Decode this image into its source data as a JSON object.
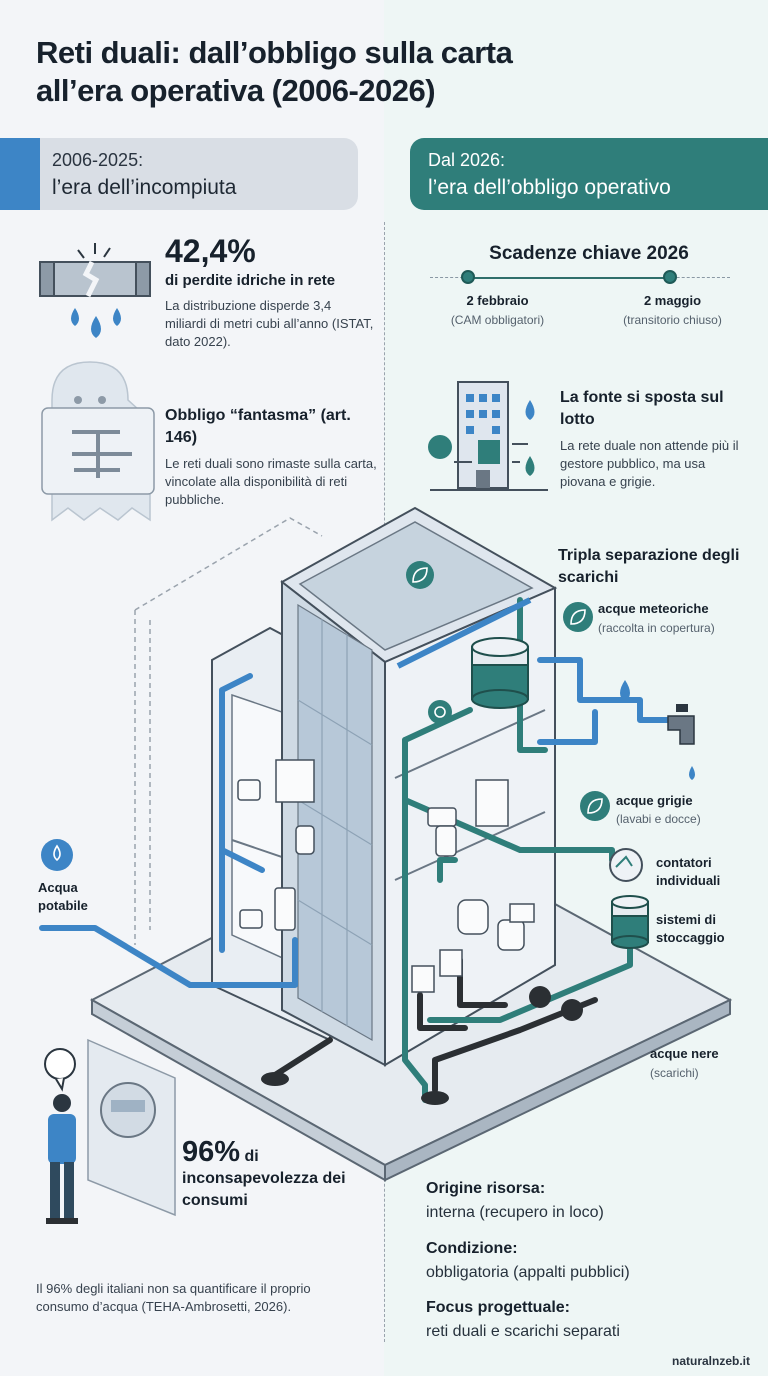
{
  "title": "Reti duali: dall’obbligo sulla carta all’era operativa (2006-2026)",
  "left_era": {
    "period": "2006-2025:",
    "name": "l’era dell’incompiuta"
  },
  "right_era": {
    "period": "Dal 2026:",
    "name": "l’era dell’obbligo operativo"
  },
  "losses": {
    "value": "42,4%",
    "label": "di perdite idriche in rete",
    "description": "La distribuzione disperde 3,4 miliardi di metri cubi all’anno (ISTAT, dato 2022)."
  },
  "ghost": {
    "title": "Obbligo “fantasma” (art. 146)",
    "description": "Le reti duali sono rimaste sulla carta, vincolate alla disponibilità di reti pubbliche."
  },
  "deadlines": {
    "title": "Scadenze chiave 2026",
    "items": [
      {
        "date": "2 febbraio",
        "note": "(CAM obbligatori)"
      },
      {
        "date": "2 maggio",
        "note": "(transitorio chiuso)"
      }
    ]
  },
  "source": {
    "title": "La fonte si sposta sul lotto",
    "description": "La rete duale non attende più il gestore pubblico, ma usa piovana e grigie."
  },
  "separation": {
    "title": "Tripla separazione degli scarichi",
    "meteoric": {
      "label": "acque meteoriche",
      "note": "(raccolta in copertura)"
    },
    "grey": {
      "label": "acque grigie",
      "note": "(lavabi e docce)"
    },
    "meters": "contatori individuali",
    "storage": "sistemi di stoccaggio",
    "black": {
      "label": "acque nere",
      "note": "(scarichi)"
    }
  },
  "potable": "Acqua potabile",
  "awareness": {
    "value": "96%",
    "suffix": "di",
    "label": "inconsapevolezza dei consumi",
    "description": "Il 96% degli italiani non sa quantificare il proprio consumo d’acqua (TEHA-Ambrosetti, 2026)."
  },
  "summary": [
    {
      "label": "Origine risorsa:",
      "value": "interna (recupero in loco)"
    },
    {
      "label": "Condizione:",
      "value": "obbligatoria (appalti pubblici)"
    },
    {
      "label": "Focus progettuale:",
      "value": "reti duali e scarichi separati"
    }
  ],
  "credit": "naturalnzeb.it",
  "colors": {
    "blue": "#3d85c6",
    "teal": "#2f7e7a",
    "dark": "#17212c",
    "pipe_dark": "#2b2f33"
  }
}
